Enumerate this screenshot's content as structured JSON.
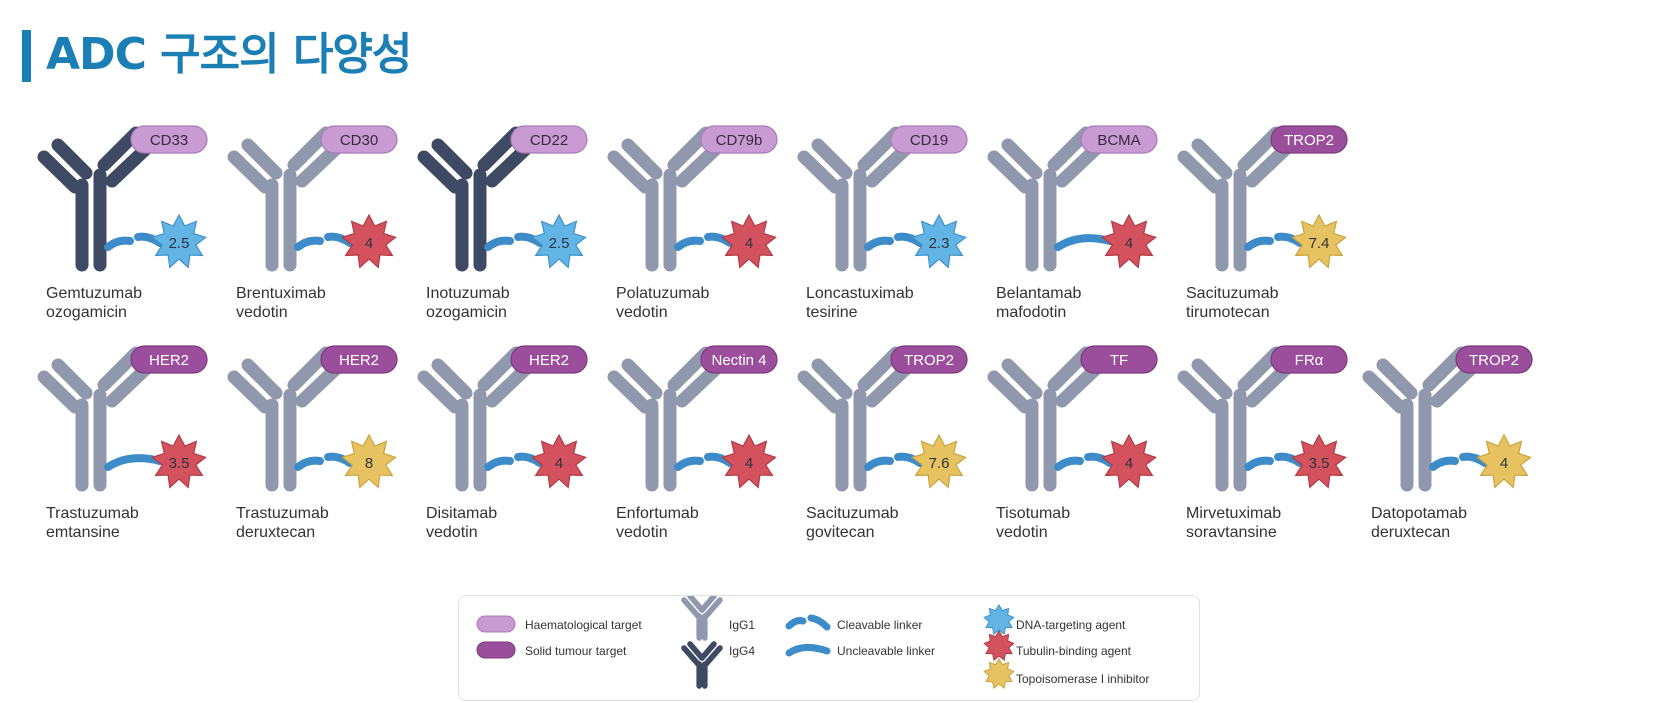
{
  "page": {
    "title": "ADC 구조의 다양성"
  },
  "colors": {
    "haematological_target": "#c89bd3",
    "solid_target": "#9b4e9c",
    "igg1": "#8f98ad",
    "igg4": "#3e4a63",
    "linker": "#3d8cc9",
    "dna_agent": "#62b4e4",
    "tubulin_agent": "#d3525d",
    "topo_agent": "#e6c261"
  },
  "adcs": [
    {
      "row": 0,
      "col": 0,
      "target": "CD33",
      "target_type": "haematological",
      "antibody": "IgG4",
      "linker": "cleavable",
      "payload": "dna",
      "dar": "2.5",
      "name1": "Gemtuzumab",
      "name2": "ozogamicin"
    },
    {
      "row": 0,
      "col": 1,
      "target": "CD30",
      "target_type": "haematological",
      "antibody": "IgG1",
      "linker": "cleavable",
      "payload": "tubulin",
      "dar": "4",
      "name1": "Brentuximab",
      "name2": "vedotin"
    },
    {
      "row": 0,
      "col": 2,
      "target": "CD22",
      "target_type": "haematological",
      "antibody": "IgG4",
      "linker": "cleavable",
      "payload": "dna",
      "dar": "2.5",
      "name1": "Inotuzumab",
      "name2": "ozogamicin"
    },
    {
      "row": 0,
      "col": 3,
      "target": "CD79b",
      "target_type": "haematological",
      "antibody": "IgG1",
      "linker": "cleavable",
      "payload": "tubulin",
      "dar": "4",
      "name1": "Polatuzumab",
      "name2": "vedotin"
    },
    {
      "row": 0,
      "col": 4,
      "target": "CD19",
      "target_type": "haematological",
      "antibody": "IgG1",
      "linker": "cleavable",
      "payload": "dna",
      "dar": "2.3",
      "name1": "Loncastuximab",
      "name2": "tesirine"
    },
    {
      "row": 0,
      "col": 5,
      "target": "BCMA",
      "target_type": "haematological",
      "antibody": "IgG1",
      "linker": "uncleavable",
      "payload": "tubulin",
      "dar": "4",
      "name1": "Belantamab",
      "name2": "mafodotin"
    },
    {
      "row": 0,
      "col": 6,
      "target": "TROP2",
      "target_type": "solid",
      "antibody": "IgG1",
      "linker": "cleavable",
      "payload": "topo",
      "dar": "7.4",
      "name1": "Sacituzumab",
      "name2": "tirumotecan"
    },
    {
      "row": 1,
      "col": 0,
      "target": "HER2",
      "target_type": "solid",
      "antibody": "IgG1",
      "linker": "uncleavable",
      "payload": "tubulin",
      "dar": "3.5",
      "name1": "Trastuzumab",
      "name2": "emtansine"
    },
    {
      "row": 1,
      "col": 1,
      "target": "HER2",
      "target_type": "solid",
      "antibody": "IgG1",
      "linker": "cleavable",
      "payload": "topo",
      "dar": "8",
      "name1": "Trastuzumab",
      "name2": "deruxtecan"
    },
    {
      "row": 1,
      "col": 2,
      "target": "HER2",
      "target_type": "solid",
      "antibody": "IgG1",
      "linker": "cleavable",
      "payload": "tubulin",
      "dar": "4",
      "name1": "Disitamab",
      "name2": "vedotin"
    },
    {
      "row": 1,
      "col": 3,
      "target": "Nectin 4",
      "target_type": "solid",
      "antibody": "IgG1",
      "linker": "cleavable",
      "payload": "tubulin",
      "dar": "4",
      "name1": "Enfortumab",
      "name2": "vedotin"
    },
    {
      "row": 1,
      "col": 4,
      "target": "TROP2",
      "target_type": "solid",
      "antibody": "IgG1",
      "linker": "cleavable",
      "payload": "topo",
      "dar": "7.6",
      "name1": "Sacituzumab",
      "name2": "govitecan"
    },
    {
      "row": 1,
      "col": 5,
      "target": "TF",
      "target_type": "solid",
      "antibody": "IgG1",
      "linker": "cleavable",
      "payload": "tubulin",
      "dar": "4",
      "name1": "Tisotumab",
      "name2": "vedotin"
    },
    {
      "row": 1,
      "col": 6,
      "target": "FRα",
      "target_type": "solid",
      "antibody": "IgG1",
      "linker": "cleavable",
      "payload": "tubulin",
      "dar": "3.5",
      "name1": "Mirvetuximab",
      "name2": "soravtansine"
    },
    {
      "row": 1,
      "col": 7,
      "target": "TROP2",
      "target_type": "solid",
      "antibody": "IgG1",
      "linker": "cleavable",
      "payload": "topo",
      "dar": "4",
      "name1": "Datopotamab",
      "name2": "deruxtecan"
    }
  ],
  "legend": {
    "haematological": "Haematological target",
    "solid": "Solid tumour target",
    "igg1": "IgG1",
    "igg4": "IgG4",
    "cleavable": "Cleavable linker",
    "uncleavable": "Uncleavable linker",
    "dna": "DNA-targeting agent",
    "tubulin": "Tubulin-binding agent",
    "topo": "Topoisomerase I inhibitor"
  }
}
